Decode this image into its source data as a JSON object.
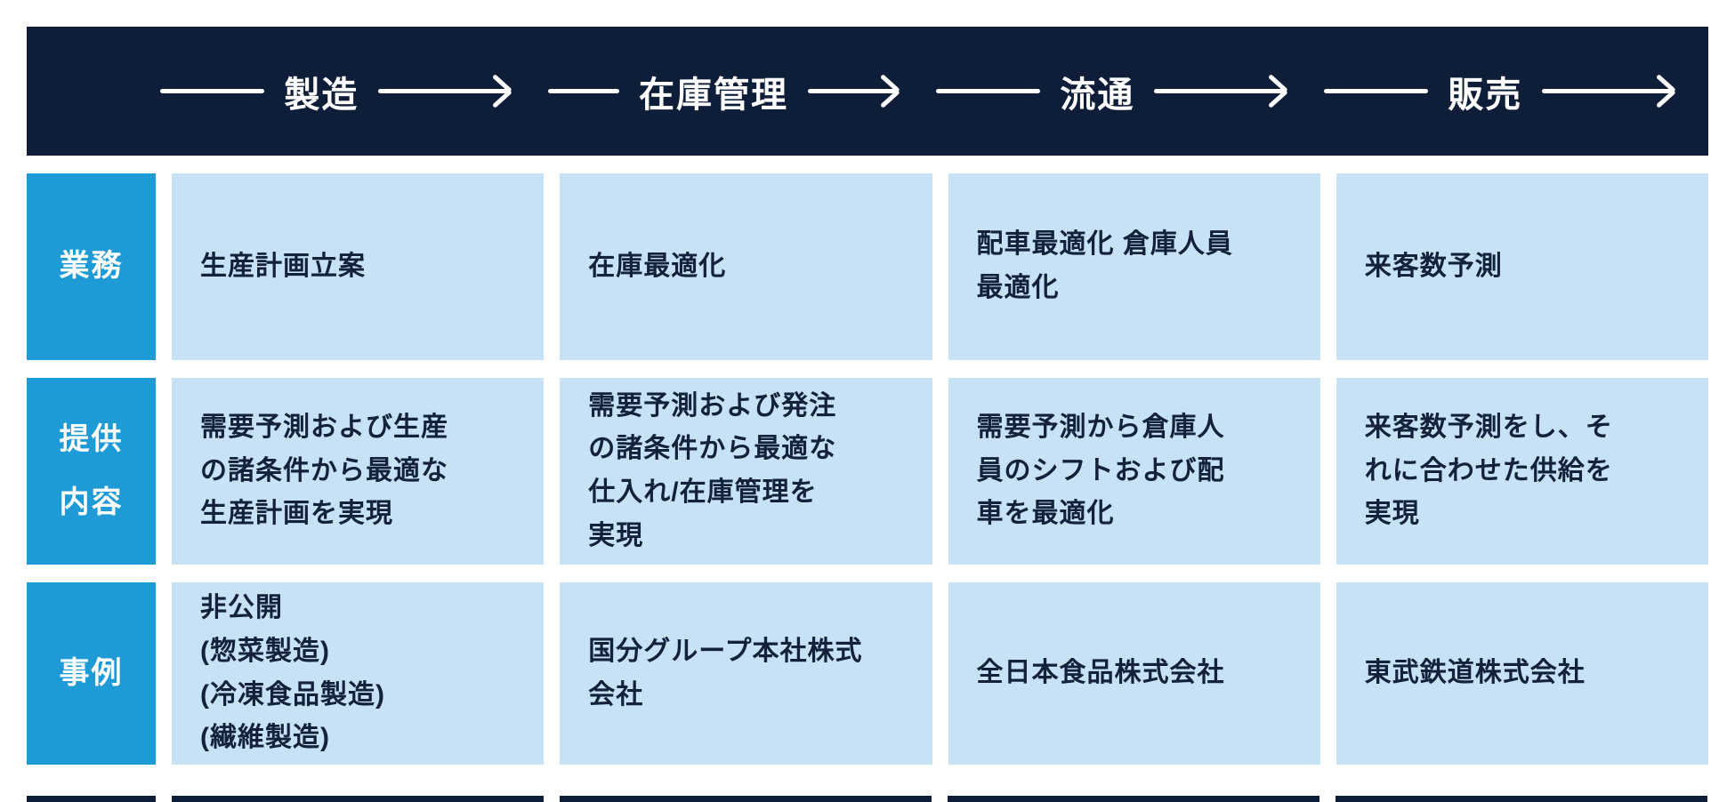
{
  "header": {
    "stages": [
      {
        "label": "製造"
      },
      {
        "label": "在庫管理"
      },
      {
        "label": "流通"
      },
      {
        "label": "販売"
      }
    ]
  },
  "rows": [
    {
      "label": "業務",
      "cells": [
        "生産計画立案",
        "在庫最適化",
        "配車最適化 倉庫人員\n最適化",
        "来客数予測"
      ]
    },
    {
      "label": "提供\n内容",
      "cells": [
        "需要予測および生産\nの諸条件から最適な\n生産計画を実現",
        "需要予測および発注\nの諸条件から最適な\n仕入れ/在庫管理を\n実現",
        "需要予測から倉庫人\n員のシフトおよび配\n車を最適化",
        "来客数予測をし、そ\nれに合わせた供給を\n実現"
      ]
    },
    {
      "label": "事例",
      "cells": [
        "非公開\n(惣菜製造)\n(冷凍食品製造)\n(繊維製造)",
        "国分グループ本社株式\n会社",
        "全日本食品株式会社",
        "東武鉄道株式会社"
      ]
    }
  ],
  "colors": {
    "header_bg": "#0F1E38",
    "row_label_bg": "#1E9BD7",
    "cell_bg": "#C6E2F4",
    "cell_text": "#13213C",
    "arrow": "#FFFFFF",
    "background": "#FFFFFF"
  }
}
